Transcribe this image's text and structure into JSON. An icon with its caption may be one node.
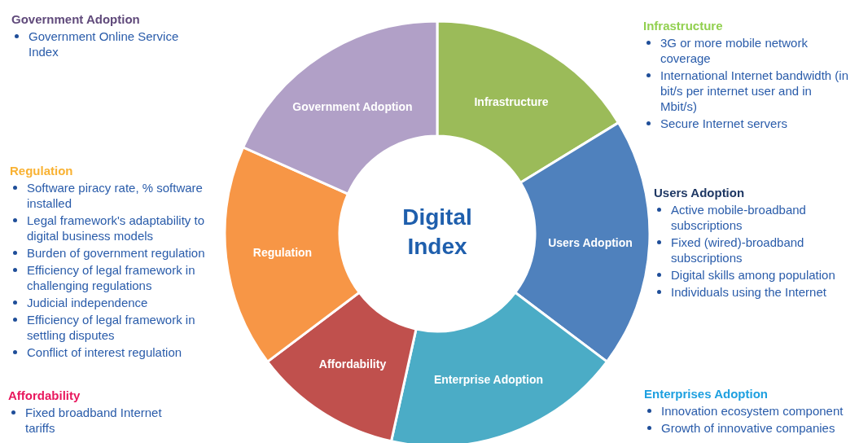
{
  "diagram": {
    "nodes": [
      {
        "text": [
          "Digital Index"
        ]
      },
      {
        "text": [
          "Infrastructure"
        ]
      },
      {
        "text": [
          "Users Adoption"
        ]
      },
      {
        "text": [
          "Enterprise Adoption"
        ]
      },
      {
        "text": [
          "Affordability"
        ]
      },
      {
        "text": [
          "Regulation"
        ]
      },
      {
        "text": [
          "Government Adoption"
        ]
      }
    ],
    "edges": [],
    "labels": [
      "Government Adoption",
      "Government Online Service Index",
      "Infrastructure",
      "3G or more mobile network coverage",
      "International Internet bandwidth (in bit/s per internet user and in Mbit/s)",
      "Secure Internet servers",
      "Regulation",
      "Software piracy rate, % software installed",
      "Legal framework's adaptability to digital business models",
      "Burden of government regulation",
      "Efficiency of legal framework in challenging regulations",
      "Judicial independence",
      "Efficiency of legal framework in settling disputes",
      "Conflict of interest regulation",
      "Users Adoption",
      "Active mobile-broadband subscriptions",
      "Fixed (wired)-broadband subscriptions",
      "Digital skills among population",
      "Individuals using the Internet",
      "Affordability",
      "Fixed broadband Internet tariffs",
      "Enterprises Adoption",
      "Innovation ecosystem component",
      "Growth of innovative companies"
    ]
  }
}
